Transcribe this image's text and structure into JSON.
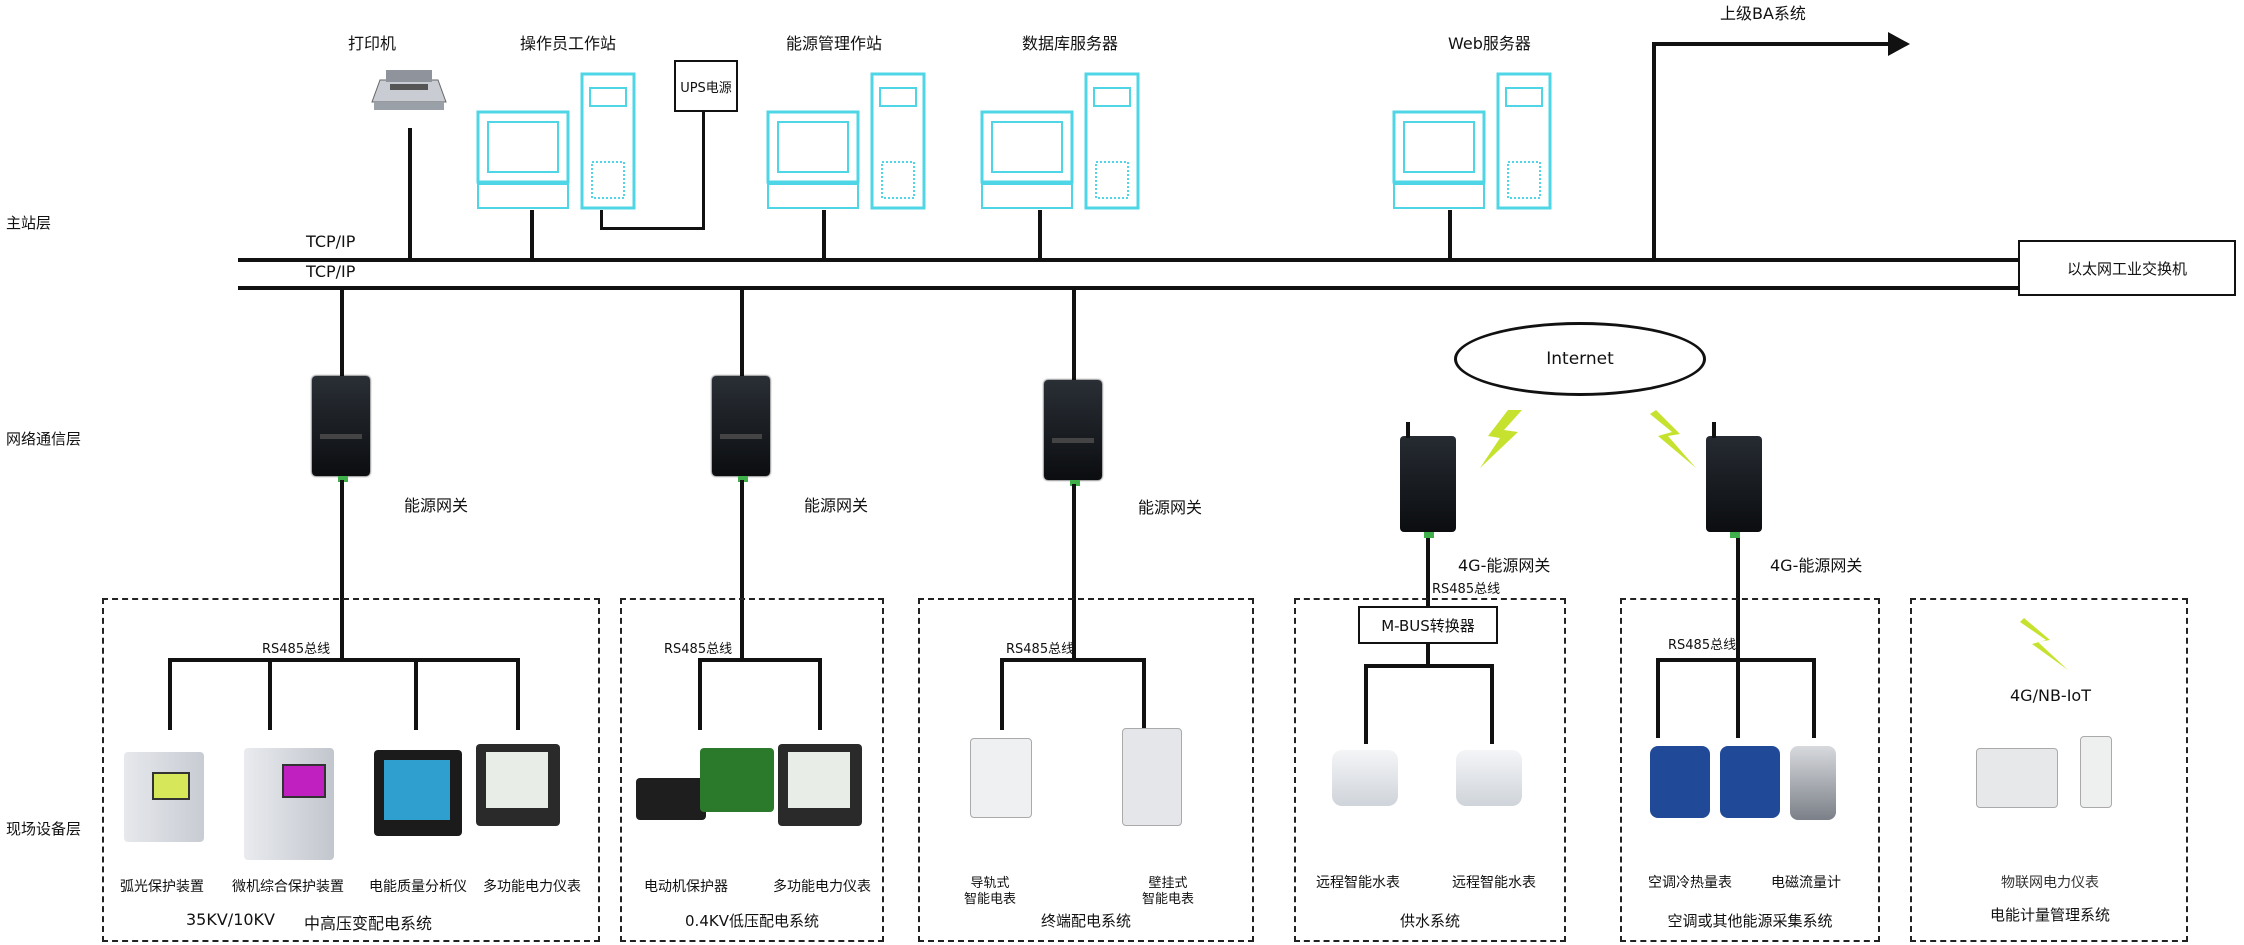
{
  "top_labels": {
    "printer": "打印机",
    "operator": "操作员工作站",
    "energy_ws": "能源管理作站",
    "db_server": "数据库服务器",
    "web_server": "Web服务器",
    "upper_ba": "上级BA系统",
    "ups": "UPS电源"
  },
  "layers": {
    "master": "主站层",
    "network": "网络通信层",
    "field": "现场设备层"
  },
  "bus": {
    "tcp1": "TCP/IP",
    "tcp2": "TCP/IP",
    "switch": "以太网工业交换机",
    "internet": "Internet"
  },
  "gateways": {
    "g1": "能源网关",
    "g2": "能源网关",
    "g3": "能源网关",
    "g4": "4G-能源网关",
    "g5": "4G-能源网关"
  },
  "rs485": {
    "r1": "RS485总线",
    "r2": "RS485总线",
    "r3": "RS485总线",
    "r4": "RS485总线",
    "r5": "RS485总线"
  },
  "mbus": "M-BUS转换器",
  "nbiot": "4G/NB-IoT",
  "devices": {
    "d1": "弧光保护装置",
    "d2": "微机综合保护装置",
    "d3": "电能质量分析仪",
    "d4": "多功能电力仪表",
    "d5": "电动机保护器",
    "d6": "多功能电力仪表",
    "d7a": "导轨式",
    "d7b": "智能电表",
    "d8a": "壁挂式",
    "d8b": "智能电表",
    "d9": "远程智能水表",
    "d10": "远程智能水表",
    "d11": "空调冷热量表",
    "d12": "电磁流量计",
    "d13": "物联网电力仪表"
  },
  "systems": {
    "s1a": "35KV/10KV",
    "s1b": "中高压变配电系统",
    "s2": "0.4KV低压配电系统",
    "s3": "终端配电系统",
    "s4": "供水系统",
    "s5": "空调或其他能源采集系统",
    "s6": "电能计量管理系统"
  }
}
